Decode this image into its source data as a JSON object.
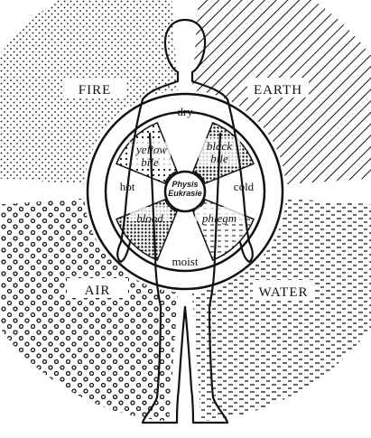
{
  "elements": [
    {
      "label": "FIRE",
      "pattern": "dots"
    },
    {
      "label": "EARTH",
      "pattern": "diagonal-hatch"
    },
    {
      "label": "AIR",
      "pattern": "circles"
    },
    {
      "label": "WATER",
      "pattern": "dashes"
    }
  ],
  "qualities": {
    "top": "dry",
    "left": "hot",
    "right": "cold",
    "bottom": "moist"
  },
  "humors": {
    "top_left": [
      "yellow",
      "bile"
    ],
    "top_right": [
      "black",
      "bile"
    ],
    "bottom_left": "blood",
    "bottom_right": "phlegm"
  },
  "center": [
    "Physis",
    "Eukrasie"
  ],
  "colors": {
    "ink": "#111111",
    "paper": "#ffffff"
  }
}
